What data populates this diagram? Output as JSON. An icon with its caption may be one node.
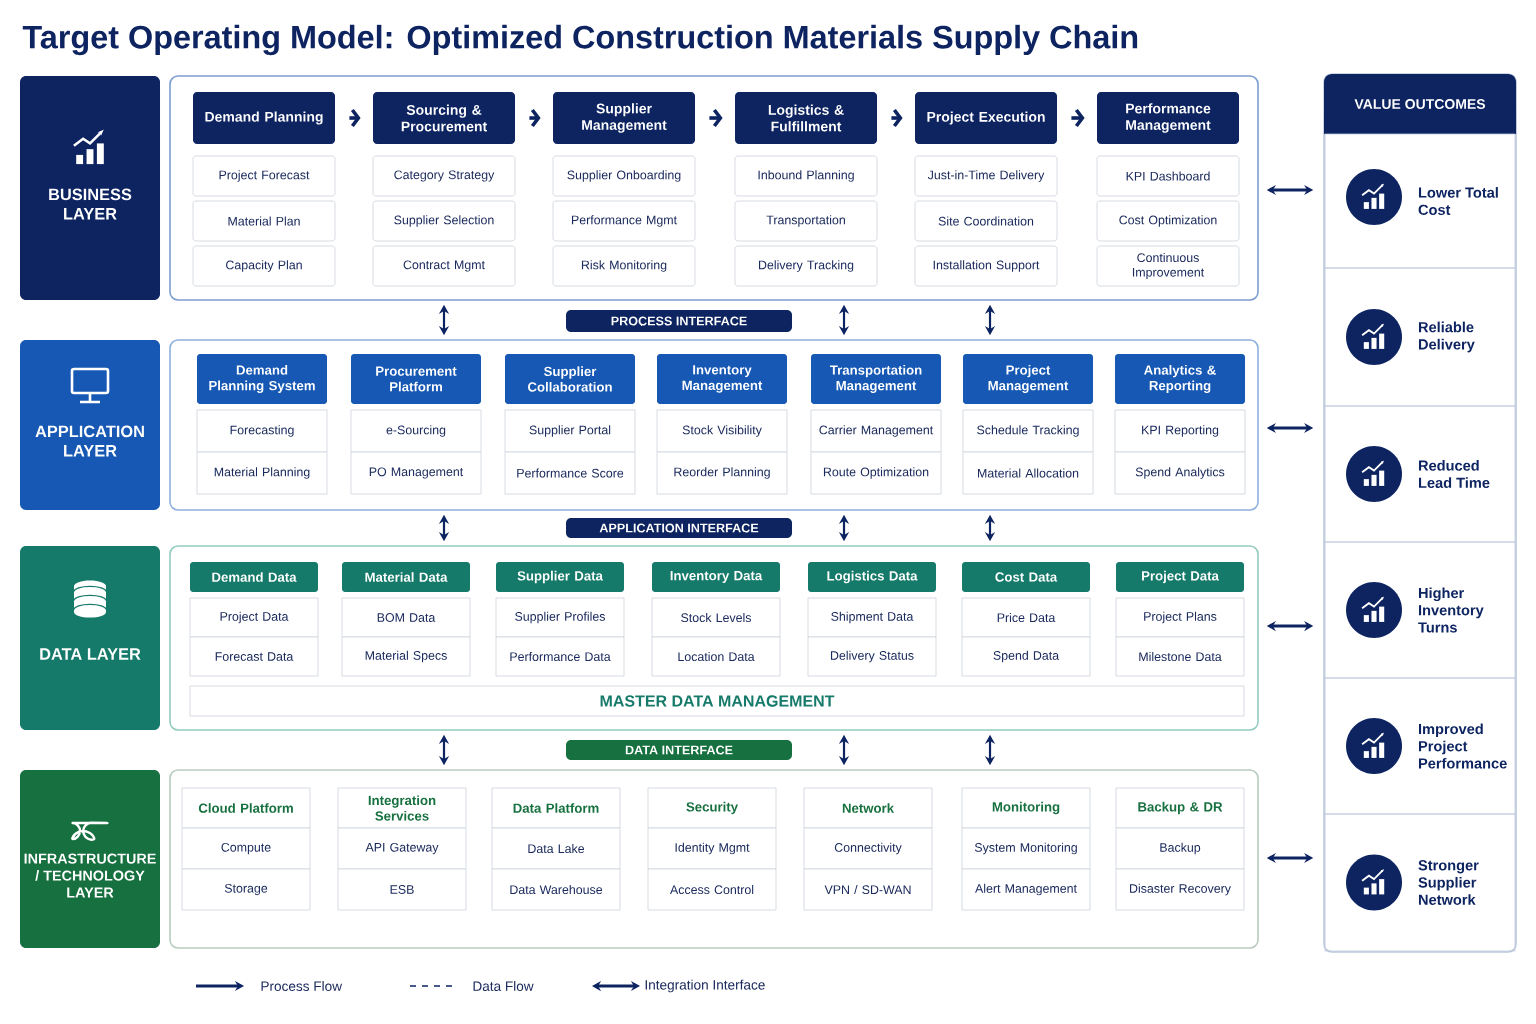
{
  "diagram": {
    "title": "Target Operating Model: Optimized Construction Materials Supply Chain",
    "nodes": [
      {
        "text": [
          "BUSINESS LAYER"
        ]
      },
      {
        "text": [],
        "shape": "box"
      },
      {
        "text": [
          "Demand Planning"
        ],
        "in": 1
      },
      {
        "text": [
          "Project Forecast"
        ],
        "in": 1
      },
      {
        "text": [
          "Material Plan"
        ],
        "in": 1
      },
      {
        "text": [
          "Capacity Plan"
        ],
        "in": 1
      },
      {
        "text": [
          "Sourcing & Procurement"
        ],
        "in": 1
      },
      {
        "text": [
          "Category Strategy"
        ],
        "in": 1
      },
      {
        "text": [
          "Supplier Selection"
        ],
        "in": 1
      },
      {
        "text": [
          "Contract Mgmt"
        ],
        "in": 1
      },
      {
        "text": [
          "Supplier Management"
        ],
        "in": 1
      },
      {
        "text": [
          "Supplier Onboarding"
        ],
        "in": 1
      },
      {
        "text": [
          "Performance Mgmt"
        ],
        "in": 1
      },
      {
        "text": [
          "Risk Monitoring"
        ],
        "in": 1
      },
      {
        "text": [
          "Logistics & Fulfillment"
        ],
        "in": 1
      },
      {
        "text": [
          "Inbound Planning"
        ],
        "in": 1
      },
      {
        "text": [
          "Transportation"
        ],
        "in": 1
      },
      {
        "text": [
          "Delivery Tracking"
        ],
        "in": 1
      },
      {
        "text": [
          "Project Execution"
        ],
        "in": 1
      },
      {
        "text": [
          "Just-in-Time Delivery"
        ],
        "in": 1
      },
      {
        "text": [
          "Site Coordination"
        ],
        "in": 1
      },
      {
        "text": [
          "Installation Support"
        ],
        "in": 1
      },
      {
        "text": [
          "Performance Management"
        ],
        "in": 1
      },
      {
        "text": [
          "KPI Dashboard"
        ],
        "in": 1
      },
      {
        "text": [
          "Cost Optimization"
        ],
        "in": 1
      },
      {
        "text": [
          "Continuous Improvement"
        ],
        "in": 1
      },
      {
        "text": [
          "PROCESS INTERFACE"
        ]
      },
      {
        "text": [
          "APPLICATION LAYER"
        ]
      },
      {
        "text": [],
        "shape": "box"
      },
      {
        "text": [
          "Demand Planning System"
        ],
        "in": 28
      },
      {
        "text": [
          "Forecasting"
        ],
        "in": 28
      },
      {
        "text": [
          "Material Planning"
        ],
        "in": 28
      },
      {
        "text": [
          "Procurement Platform"
        ],
        "in": 28
      },
      {
        "text": [
          "e-Sourcing"
        ],
        "in": 28
      },
      {
        "text": [
          "PO Management"
        ],
        "in": 28
      },
      {
        "text": [
          "Supplier Collaboration"
        ],
        "in": 28
      },
      {
        "text": [
          "Supplier Portal"
        ],
        "in": 28
      },
      {
        "text": [
          "Performance Score"
        ],
        "in": 28
      },
      {
        "text": [
          "Inventory Management"
        ],
        "in": 28
      },
      {
        "text": [
          "Stock Visibility"
        ],
        "in": 28
      },
      {
        "text": [
          "Reorder Planning"
        ],
        "in": 28
      },
      {
        "text": [
          "Transportation Management"
        ],
        "in": 28
      },
      {
        "text": [
          "Carrier Management"
        ],
        "in": 28
      },
      {
        "text": [
          "Route Optimization"
        ],
        "in": 28
      },
      {
        "text": [
          "Project Management"
        ],
        "in": 28
      },
      {
        "text": [
          "Schedule Tracking"
        ],
        "in": 28
      },
      {
        "text": [
          "Material Allocation"
        ],
        "in": 28
      },
      {
        "text": [
          "Analytics & Reporting"
        ],
        "in": 28
      },
      {
        "text": [
          "KPI Reporting"
        ],
        "in": 28
      },
      {
        "text": [
          "Spend Analytics"
        ],
        "in": 28
      },
      {
        "text": [
          "APPLICATION INTERFACE"
        ]
      },
      {
        "text": [
          "DATA LAYER"
        ]
      },
      {
        "text": [],
        "shape": "box"
      },
      {
        "text": [
          "Demand Data"
        ],
        "in": 52
      },
      {
        "text": [
          "Project Data"
        ],
        "in": 52
      },
      {
        "text": [
          "Forecast Data"
        ],
        "in": 52
      },
      {
        "text": [
          "Material Data"
        ],
        "in": 52
      },
      {
        "text": [
          "BOM Data"
        ],
        "in": 52
      },
      {
        "text": [
          "Material Specs"
        ],
        "in": 52
      },
      {
        "text": [
          "Supplier Data"
        ],
        "in": 52
      },
      {
        "text": [
          "Supplier Profiles"
        ],
        "in": 52
      },
      {
        "text": [
          "Performance Data"
        ],
        "in": 52
      },
      {
        "text": [
          "Inventory Data"
        ],
        "in": 52
      },
      {
        "text": [
          "Stock Levels"
        ],
        "in": 52
      },
      {
        "text": [
          "Location Data"
        ],
        "in": 52
      },
      {
        "text": [
          "Logistics Data"
        ],
        "in": 52
      },
      {
        "text": [
          "Shipment Data"
        ],
        "in": 52
      },
      {
        "text": [
          "Delivery Status"
        ],
        "in": 52
      },
      {
        "text": [
          "Cost Data"
        ],
        "in": 52
      },
      {
        "text": [
          "Price Data"
        ],
        "in": 52
      },
      {
        "text": [
          "Spend Data"
        ],
        "in": 52
      },
      {
        "text": [
          "Project Data"
        ],
        "in": 52
      },
      {
        "text": [
          "Project Plans"
        ],
        "in": 52
      },
      {
        "text": [
          "Milestone Data"
        ],
        "in": 52
      },
      {
        "text": [
          "MASTER DATA MANAGEMENT"
        ],
        "in": 52
      },
      {
        "text": [
          "DATA INTERFACE"
        ]
      },
      {
        "text": [
          "INFRASTRUCTURE / TECHNOLOGY LAYER"
        ]
      },
      {
        "text": [],
        "shape": "box"
      },
      {
        "text": [
          "Cloud Platform"
        ],
        "in": 77
      },
      {
        "text": [
          "Compute"
        ],
        "in": 77
      },
      {
        "text": [
          "Storage"
        ],
        "in": 77
      },
      {
        "text": [
          "Integration Services"
        ],
        "in": 77
      },
      {
        "text": [
          "API Gateway"
        ],
        "in": 77
      },
      {
        "text": [
          "ESB"
        ],
        "in": 77
      },
      {
        "text": [
          "Data Platform"
        ],
        "in": 77
      },
      {
        "text": [
          "Data Lake"
        ],
        "in": 77
      },
      {
        "text": [
          "Data Warehouse"
        ],
        "in": 77
      },
      {
        "text": [
          "Security"
        ],
        "in": 77
      },
      {
        "text": [
          "Identity Mgmt"
        ],
        "in": 77
      },
      {
        "text": [
          "Access Control"
        ],
        "in": 77
      },
      {
        "text": [
          "Network"
        ],
        "in": 77
      },
      {
        "text": [
          "Connectivity"
        ],
        "in": 77
      },
      {
        "text": [
          "VPN / SD-WAN"
        ],
        "in": 77
      },
      {
        "text": [
          "Monitoring"
        ],
        "in": 77
      },
      {
        "text": [
          "System Monitoring"
        ],
        "in": 77
      },
      {
        "text": [
          "Alert Management"
        ],
        "in": 77
      },
      {
        "text": [
          "Backup & DR"
        ],
        "in": 77
      },
      {
        "text": [
          "Backup"
        ],
        "in": 77
      },
      {
        "text": [
          "Disaster Recovery"
        ],
        "in": 77
      },
      {
        "text": [
          "VALUE OUTCOMES"
        ]
      },
      {
        "text": [
          "Lower Total Cost"
        ],
        "in": 99
      },
      {
        "text": [
          "Reliable Delivery"
        ],
        "in": 99
      },
      {
        "text": [
          "Reduced Lead Time"
        ],
        "in": 99
      },
      {
        "text": [
          "Higher Inventory Turns"
        ],
        "in": 99
      },
      {
        "text": [
          "Improved Project Performance"
        ],
        "in": 99
      },
      {
        "text": [
          "Stronger Supplier Network"
        ],
        "in": 99
      }
    ],
    "edges": [
      {
        "from": 2,
        "to": 6,
        "arrow": "to"
      },
      {
        "from": 6,
        "to": 10,
        "arrow": "to"
      },
      {
        "from": 10,
        "to": 14,
        "arrow": "to"
      },
      {
        "from": 14,
        "to": 18,
        "arrow": "to"
      },
      {
        "from": 18,
        "to": 22,
        "arrow": "to"
      },
      {
        "from": 1,
        "to": 28,
        "arrow": "both"
      },
      {
        "from": 1,
        "to": 28,
        "arrow": "both"
      },
      {
        "from": 1,
        "to": 28,
        "arrow": "both"
      },
      {
        "from": 28,
        "to": 52,
        "arrow": "both"
      },
      {
        "from": 28,
        "to": 52,
        "arrow": "both"
      },
      {
        "from": 28,
        "to": 52,
        "arrow": "both"
      },
      {
        "from": 52,
        "to": 77,
        "arrow": "both"
      },
      {
        "from": 52,
        "to": 77,
        "arrow": "both"
      },
      {
        "from": 52,
        "to": 77,
        "arrow": "both"
      },
      {
        "from": 1,
        "to": 99,
        "arrow": "both"
      },
      {
        "from": 28,
        "to": 99,
        "arrow": "both"
      },
      {
        "from": 52,
        "to": 99,
        "arrow": "both"
      },
      {
        "from": 77,
        "to": 99,
        "arrow": "both"
      }
    ],
    "legend": [
      {
        "text": "Process Flow"
      },
      {
        "text": "Data Flow"
      },
      {
        "text": "Integration Interface"
      }
    ]
  }
}
